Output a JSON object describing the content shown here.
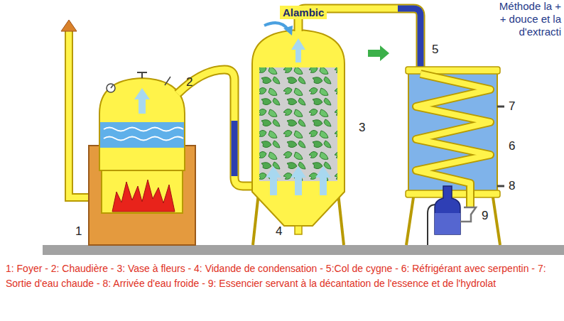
{
  "diagram": {
    "title": "Alambic",
    "caption": "1: Foyer - 2: Chaudière - 3: Vase à fleurs - 4: Vidande de condensation - 5:Col de cygne - 6: Réfrigérant avec serpentin - 7: Sortie d'eau chaude - 8: Arrivée d'eau froide - 9: Essencier servant à la décantation de l'essence et de l'hydrolat",
    "labels": [
      "Méthode la +",
      "+ douce et la",
      "d'extracti",
      "2",
      "5",
      "7",
      "3",
      "6",
      "8",
      "1",
      "4",
      "9"
    ]
  }
}
